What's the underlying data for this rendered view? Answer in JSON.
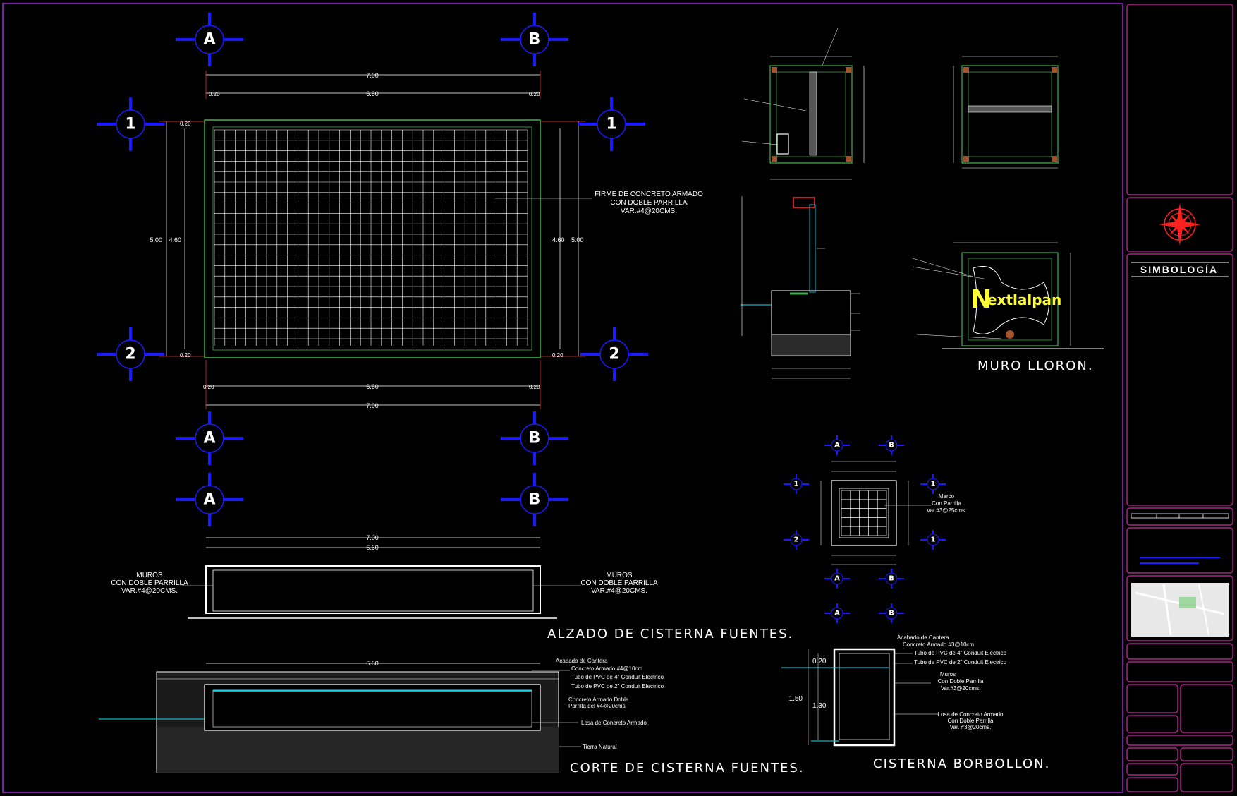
{
  "colors": {
    "frame": "#7a1fa2",
    "titleblock_border": "#b0208a",
    "grid_marker": "#1a1aff",
    "slab_outline": "#39b54a",
    "grid_lines": "#ffffff",
    "dimension": "#ff3030",
    "water": "#00e5ff",
    "logo_yellow": "#ffff33",
    "north_red": "#ff2020"
  },
  "plan": {
    "axis_top_left": "A",
    "axis_top_right": "B",
    "axis_left_top": "1",
    "axis_left_bottom": "2",
    "axis_right_top": "1",
    "axis_right_bottom": "2",
    "axis_bottom_left": "A",
    "axis_bottom_right": "B",
    "dim_total_top": "7.00",
    "dim_inner_top": "6.60",
    "dim_edge_tl": "0.20",
    "dim_edge_tr": "0.20",
    "dim_total_bottom": "7.00",
    "dim_inner_bottom": "6.60",
    "dim_edge_bl": "0.20",
    "dim_edge_br": "0.20",
    "dim_height_left_outer": "5.00",
    "dim_height_left_inner": "4.60",
    "dim_height_right_inner": "4.60",
    "dim_height_right_outer": "5.00",
    "dim_edge_left_top": "0.20",
    "dim_edge_left_bottom": "0.20",
    "dim_edge_right_bottom": "0.20",
    "note_line1": "FIRME DE CONCRETO ARMADO",
    "note_line2": "CON DOBLE PARRILLA",
    "note_line3": "VAR.#4@20CMS."
  },
  "elevation": {
    "axis_left": "A",
    "axis_right": "B",
    "dim_total": "7.00",
    "dim_inner": "6.60",
    "left_note_line1": "MUROS",
    "left_note_line2": "CON DOBLE PARRILLA",
    "left_note_line3": "VAR.#4@20CMS.",
    "right_note_line1": "MUROS",
    "right_note_line2": "CON DOBLE PARRILLA",
    "right_note_line3": "VAR.#4@20CMS.",
    "title": "ALZADO DE CISTERNA FUENTES."
  },
  "section": {
    "dim_inner": "6.60",
    "callout_1": "Acabado de Cantera",
    "callout_2": "Concreto Armado #4@10cm",
    "callout_3": "Tubo de PVC de 4\" Conduit Electrico",
    "callout_4": "Tubo de PVC de 2\" Conduit Electrico",
    "callout_5": "Concreto Armado Doble",
    "callout_6": "Parrilla del #4@20cms.",
    "callout_7": "Losa de Concreto Armado",
    "callout_8": "Tierra Natural",
    "title": "CORTE DE CISTERNA FUENTES."
  },
  "muro": {
    "logo_initial": "N",
    "logo_rest": "extlalpan",
    "title": "MURO LLORON."
  },
  "borbollon_plan": {
    "axis_a_top": "A",
    "axis_b_top": "B",
    "axis_1_left": "1",
    "axis_2_left": "2",
    "axis_1_right_top": "1",
    "axis_1_right_bottom": "1",
    "axis_a_bottom": "A",
    "axis_b_bottom": "B",
    "note_line1": "Marco",
    "note_line2": "Con Parrilla",
    "note_line3": "Var.#3@25cms."
  },
  "borbollon_section": {
    "axis_a": "A",
    "axis_b": "B",
    "dim_top": "0.20",
    "dim_outer": "1.50",
    "dim_inner": "1.30",
    "callout_1": "Acabado de Cantera",
    "callout_2": "Concreto Armado #3@10cm",
    "callout_3": "Tubo de PVC de 4\" Conduit Electrico",
    "callout_4": "Tubo de PVC de 2\" Conduit Electrico",
    "callout_5": "Muros",
    "callout_6": "Con Doble Parrilla",
    "callout_7": "Var.#3@20cms.",
    "callout_8": "Losa de Concreto Armado",
    "callout_9": "Con Doble Parrilla",
    "callout_10": "Var. #3@20cms.",
    "title": "CISTERNA BORBOLLON."
  },
  "titleblock": {
    "simbologia": "SIMBOLOGÍA"
  }
}
